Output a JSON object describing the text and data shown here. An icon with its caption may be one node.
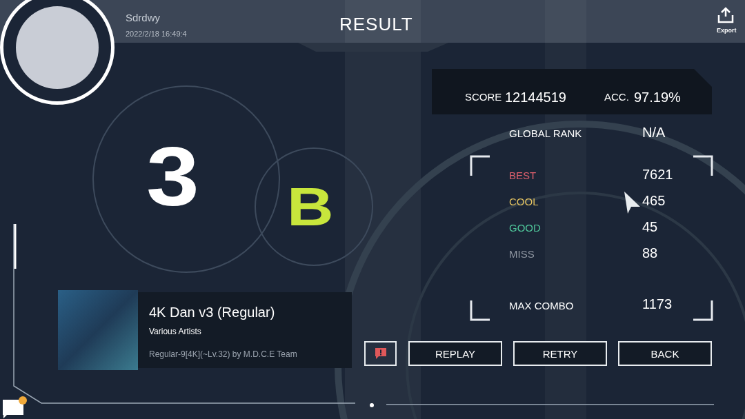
{
  "diagram": {
    "title": "RESULT",
    "nodes": [
      {
        "text": [
          "SCORE",
          "12144519",
          "ACC.",
          "97.19%"
        ]
      },
      {
        "text": [
          "4K Dan v3 (Regular)",
          "Various Artists",
          "Regular-9[4K](~Lv.32) by M.D.C.E Team"
        ]
      },
      {
        "text": [
          "REPLAY"
        ]
      },
      {
        "text": [
          "RETRY"
        ]
      },
      {
        "text": [
          "BACK"
        ]
      }
    ],
    "edges": [],
    "labels": [
      "Sdrdwy",
      "2022/2/18 16:49:4",
      "Export",
      "3",
      "B",
      "GLOBAL RANK",
      "N/A",
      "BEST",
      "7621",
      "COOL",
      "465",
      "GOOD",
      "45",
      "MISS",
      "88",
      "MAX COMBO",
      "1173"
    ]
  }
}
